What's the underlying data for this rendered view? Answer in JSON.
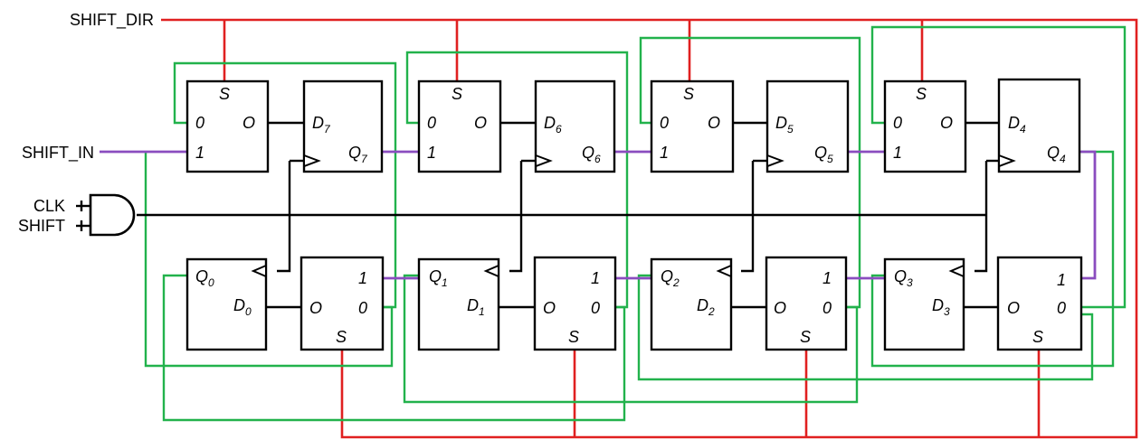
{
  "signals": {
    "shift_dir": "SHIFT_DIR",
    "shift_in": "SHIFT_IN",
    "clk": "CLK",
    "shift": "SHIFT"
  },
  "mux_labels": {
    "sel": "S",
    "in0": "0",
    "in1": "1",
    "out": "O"
  },
  "top_flipflops": [
    {
      "d": "D",
      "d_sub": "7",
      "q": "Q",
      "q_sub": "7"
    },
    {
      "d": "D",
      "d_sub": "6",
      "q": "Q",
      "q_sub": "6"
    },
    {
      "d": "D",
      "d_sub": "5",
      "q": "Q",
      "q_sub": "5"
    },
    {
      "d": "D",
      "d_sub": "4",
      "q": "Q",
      "q_sub": "4"
    }
  ],
  "bottom_flipflops": [
    {
      "d": "D",
      "d_sub": "0",
      "q": "Q",
      "q_sub": "0"
    },
    {
      "d": "D",
      "d_sub": "1",
      "q": "Q",
      "q_sub": "1"
    },
    {
      "d": "D",
      "d_sub": "2",
      "q": "Q",
      "q_sub": "2"
    },
    {
      "d": "D",
      "d_sub": "3",
      "q": "Q",
      "q_sub": "3"
    }
  ],
  "colors": {
    "select_wire": "#e02020",
    "feedback_wire": "#22b24c",
    "data_wire": "#8a4dbf",
    "clock_wire": "#000000"
  }
}
